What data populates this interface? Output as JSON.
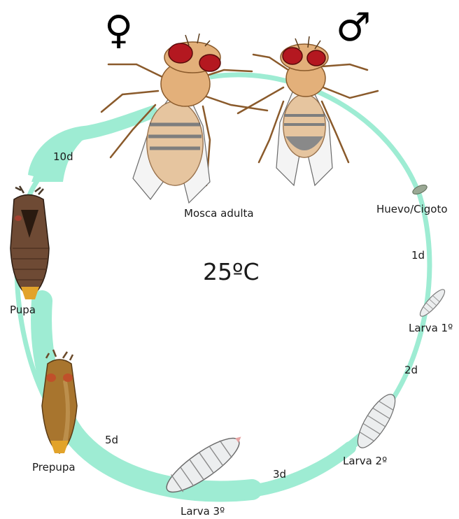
{
  "center_label": "25ºC",
  "symbols": {
    "female": "♀",
    "male": "♂"
  },
  "stages": {
    "adult": "Mosca adulta",
    "egg": "Huevo/Cigoto",
    "larva1": "Larva 1º",
    "larva2": "Larva 2º",
    "larva3": "Larva 3º",
    "prepupa": "Prepupa",
    "pupa": "Pupa"
  },
  "durations": {
    "egg_to_larva1": "1d",
    "larva1_to_larva2": "2d",
    "larva2_to_larva3": "3d",
    "larva3_to_pupa": "5d",
    "pupa_to_adult": "10d"
  },
  "colors": {
    "cycle_band": "#9eecd3",
    "fly_body": "#d9a66c",
    "fly_eye": "#b41820",
    "larva": "#eceeef",
    "prepupa": "#a8752e",
    "pupa": "#6e4a34",
    "egg": "#9aa894"
  }
}
